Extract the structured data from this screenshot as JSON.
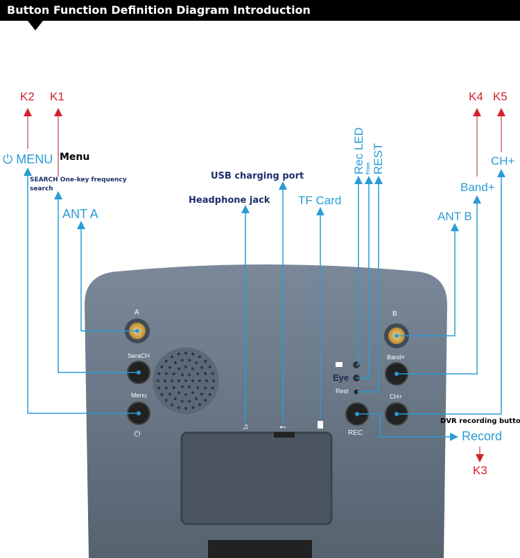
{
  "header": {
    "title": "Button Function Definition Diagram Introduction"
  },
  "keys": {
    "k1": "K1",
    "k2": "K2",
    "k3": "K3",
    "k4": "K4",
    "k5": "K5"
  },
  "labels": {
    "menu": "MENU",
    "menu_desc": "Menu",
    "search_desc": "SEARCH One-key frequency search",
    "ant_a": "ANT A",
    "ant_b": "ANT B",
    "band_plus": "Band+",
    "ch_plus": "CH+",
    "headphone": "Headphone jack",
    "usb": "USB charging port",
    "tf": "TF Card",
    "rec_led": "Rec LED",
    "from": "From",
    "rest": "REST",
    "dvr": "DVR recording button",
    "record": "Record"
  },
  "device": {
    "a": "A",
    "b": "B",
    "search": "SeraCH",
    "menu": "Menu",
    "band": "Band+",
    "ch": "CH+",
    "eye": "Eye",
    "rest": "Rest",
    "rec": "REC"
  },
  "colors": {
    "accent": "#2a9bd6",
    "key": "#d4202a",
    "body": "#5f6e80"
  }
}
